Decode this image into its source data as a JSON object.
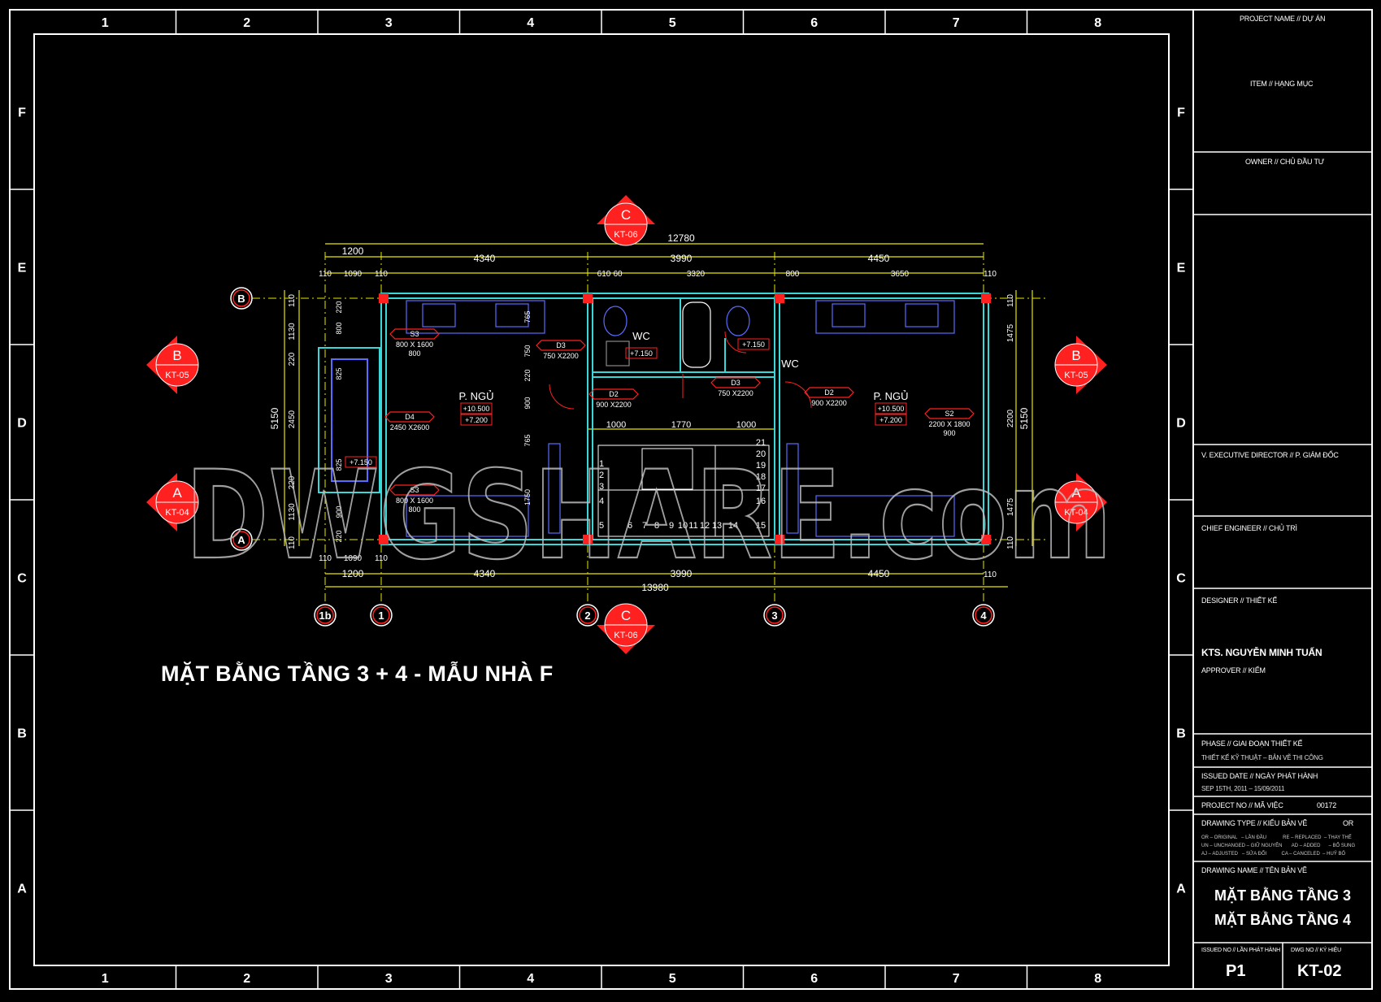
{
  "frame": {
    "col_labels": [
      "1",
      "2",
      "3",
      "4",
      "5",
      "6",
      "7",
      "8"
    ],
    "row_labels": [
      "F",
      "E",
      "D",
      "C",
      "B",
      "A"
    ]
  },
  "drawing_title": "MẶT BẰNG TẦNG 3 + 4 - MẪU NHÀ F",
  "watermark": "DWGSHARE.com",
  "colors": {
    "background": "#000000",
    "frame": "#ffffff",
    "red": "#ff2020",
    "yellow": "#e6e600",
    "cyan": "#39d7d7",
    "blue": "#5a6cff"
  },
  "plan": {
    "dims_top": {
      "total": "12780",
      "a": "1200",
      "b": "4340",
      "c": "3990",
      "d": "4450",
      "e": "110",
      "f": "1090",
      "g": "110",
      "h": "610",
      "i": "60",
      "j": "3320",
      "k": "800",
      "l": "3650",
      "m": "110"
    },
    "dims_bottom": {
      "a": "1200",
      "b": "4340",
      "c": "3990",
      "d": "4450",
      "e": "110",
      "f": "1090",
      "g": "110",
      "h": "110",
      "total": "13980"
    },
    "dims_left": {
      "total": "5150",
      "a": "110",
      "b": "1130",
      "c": "220",
      "d": "2450",
      "e": "220",
      "f": "1130",
      "g": "110",
      "h": "220",
      "i": "800",
      "j": "825",
      "k": "825",
      "l": "900",
      "m": "220"
    },
    "dims_inner": {
      "a": "765",
      "b": "750",
      "c": "220",
      "d": "900",
      "e": "765",
      "f": "1750",
      "g": "1000",
      "h": "1770",
      "i": "1000"
    },
    "dims_right": {
      "total": "5150",
      "a": "110",
      "b": "1475",
      "c": "2200",
      "d": "1475",
      "e": "110"
    },
    "rooms": [
      {
        "name": "P. NGỦ",
        "lvl1": "+10.500",
        "lvl2": "+7.200"
      },
      {
        "name": "WC",
        "lvl": "+7.150"
      },
      {
        "name": "WC",
        "lvl": "+7.150"
      },
      {
        "name": "P. NGỦ",
        "lvl1": "+10.500",
        "lvl2": "+7.200"
      }
    ],
    "balcony_level": "+7.150",
    "tags": [
      {
        "id": "S3",
        "size": "800 X 1600",
        "sill": "800"
      },
      {
        "id": "D3",
        "size": "750 X2200"
      },
      {
        "id": "D4",
        "size": "2450 X2600"
      },
      {
        "id": "S3",
        "size": "800 X 1600",
        "sill": "800"
      },
      {
        "id": "D2",
        "size": "900 X2200"
      },
      {
        "id": "D3",
        "size": "750 X2200"
      },
      {
        "id": "D2",
        "size": "900 X2200"
      },
      {
        "id": "S2",
        "size": "2200 X 1800",
        "sill": "900"
      }
    ],
    "stair_steps": [
      "1",
      "2",
      "3",
      "4",
      "5",
      "6",
      "7",
      "8",
      "9",
      "10",
      "11",
      "12",
      "13",
      "14",
      "15",
      "16",
      "17",
      "18",
      "19",
      "20",
      "21"
    ],
    "grid_h": [
      "1b",
      "1",
      "2",
      "3",
      "4"
    ],
    "grid_v": [
      "B",
      "A"
    ],
    "sections": [
      {
        "letter": "C",
        "ref": "KT-06"
      },
      {
        "letter": "C",
        "ref": "KT-06"
      },
      {
        "letter": "B",
        "ref": "KT-05"
      },
      {
        "letter": "B",
        "ref": "KT-05"
      },
      {
        "letter": "A",
        "ref": "KT-04"
      },
      {
        "letter": "A",
        "ref": "KT-04"
      }
    ]
  },
  "title_block": {
    "project_label": "PROJECT NAME // DỰ ÁN",
    "item_label": "ITEM // HẠNG MỤC",
    "owner_label": "OWNER // CHỦ ĐẦU TƯ",
    "director_label": "V. EXECUTIVE DIRECTOR // P. GIÁM ĐỐC",
    "chief_label": "CHIEF ENGINEER // CHỦ TRÌ",
    "designer_label": "DESIGNER // THIẾT KẾ",
    "designer_name": "KTS. NGUYỄN MINH TUẤN",
    "approver_label": "APPROVER // KIỂM",
    "phase_label": "PHASE // GIAI ĐOẠN THIẾT KẾ",
    "phase_value": "THIẾT KẾ KỸ THUẬT – BẢN VẼ THI CÔNG",
    "issued_label": "ISSUED DATE // NGÀY PHÁT HÀNH",
    "issued_value": "SEP 15TH, 2011 – 15/09/2011",
    "projno_label": "PROJECT NO // MÃ VIỆC",
    "projno_value": "00172",
    "dtype_label": "DRAWING TYPE // KIỂU BẢN VẼ",
    "dtype_value": "OR",
    "legend_1": "OR – ORIGINAL   – LẦN ĐẦU            RE – REPLACED  – THAY THẾ",
    "legend_2": "UN – UNCHANGED – GIỮ NGUYÊN       AD – ADDED      – BỔ SUNG",
    "legend_3": "AJ – ADJUSTED   – SỬA ĐỔI           CA – CANCELED  – HUỶ BỎ",
    "dname_label": "DRAWING NAME // TÊN BẢN VẼ",
    "dname_1": "MẶT BẰNG TẦNG 3",
    "dname_2": "MẶT BẰNG TẦNG 4",
    "issueno_label": "ISSUED NO // LẦN PHÁT HÀNH",
    "dwgno_label": "DWG NO // KÝ HIỆU",
    "issue_no": "P1",
    "dwg_no": "KT-02"
  }
}
